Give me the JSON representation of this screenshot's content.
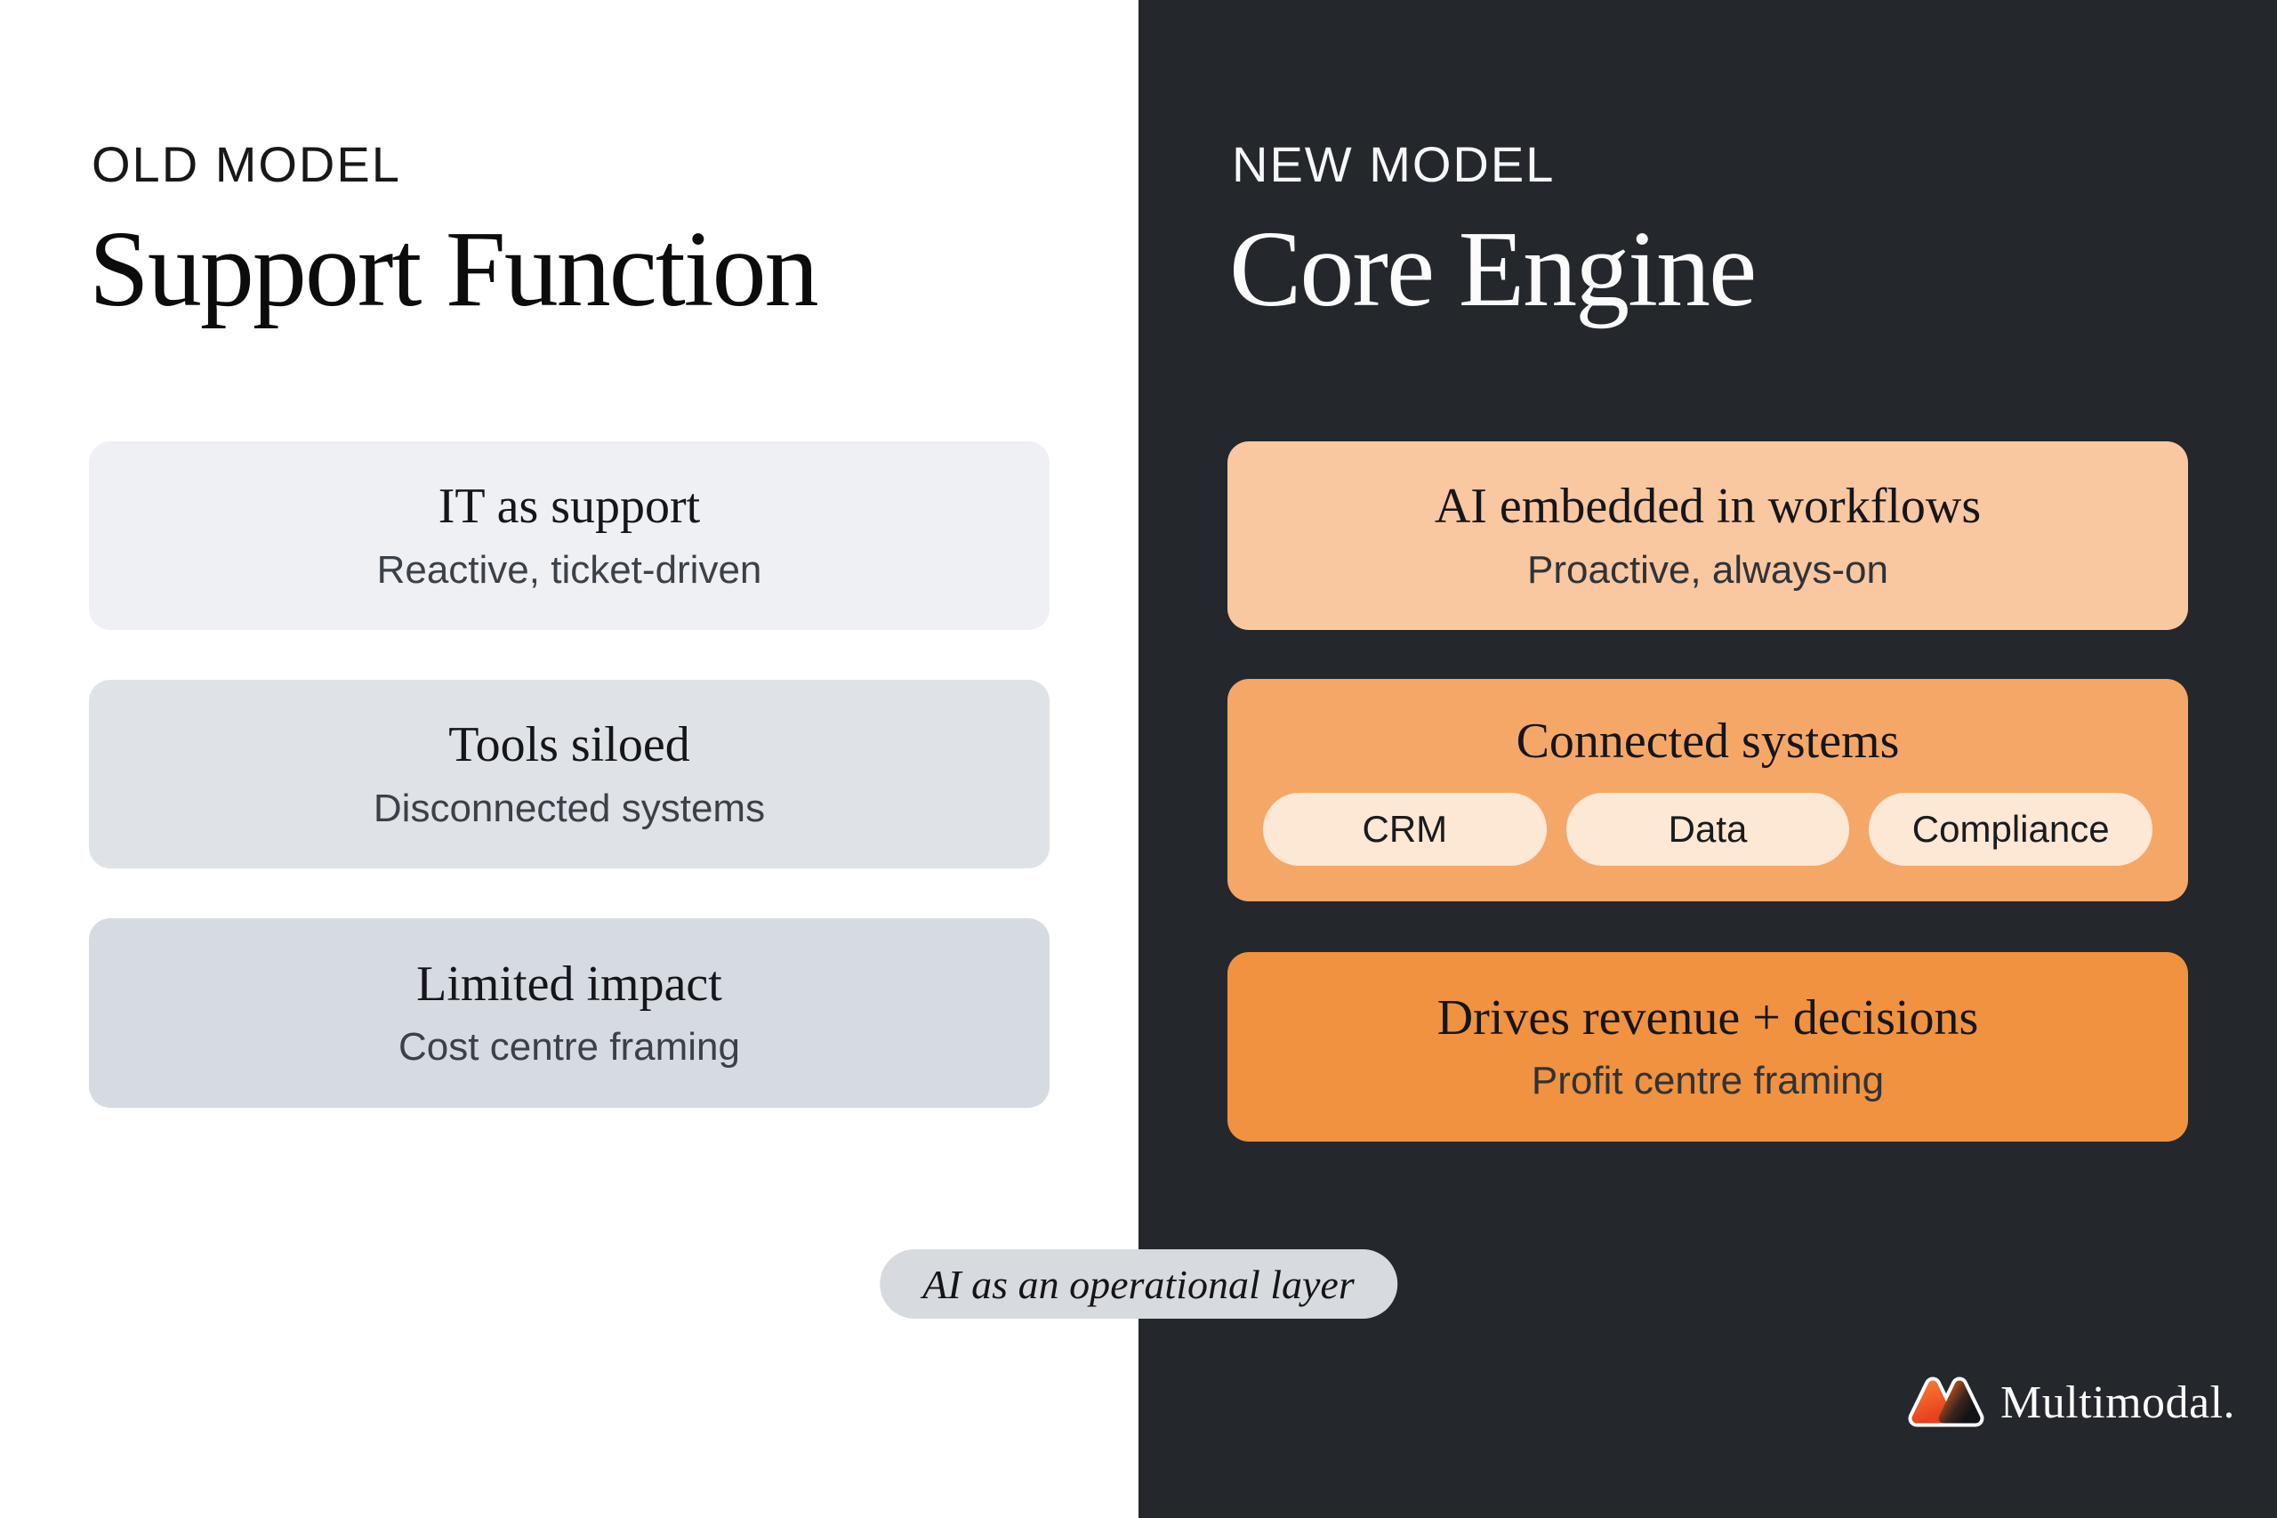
{
  "colors": {
    "dark_bg": "#24272c",
    "card_old_1": "#eef0f3",
    "card_old_2": "#dfe2e7",
    "card_old_3": "#d6dae1",
    "card_new_1": "#f9c7a0",
    "card_new_2": "#f5a767",
    "card_new_3": "#f0923f",
    "chip_bg": "#fde7d5",
    "pill_bg": "#d7dade",
    "accent_orange": "#f0923f",
    "logo_orange": "#f2622d",
    "logo_dark": "#131418"
  },
  "old": {
    "label": "OLD MODEL",
    "title": "Support Function",
    "cards": [
      {
        "title": "IT as support",
        "subtitle": "Reactive, ticket-driven"
      },
      {
        "title": "Tools siloed",
        "subtitle": "Disconnected systems"
      },
      {
        "title": "Limited impact",
        "subtitle": "Cost centre framing"
      }
    ]
  },
  "new": {
    "label": "NEW MODEL",
    "title": "Core Engine",
    "cards": [
      {
        "title": "AI embedded in workflows",
        "subtitle": "Proactive, always-on"
      },
      {
        "title": "Connected systems",
        "chips": [
          "CRM",
          "Data",
          "Compliance"
        ]
      },
      {
        "title": "Drives revenue + decisions",
        "subtitle": "Profit centre framing"
      }
    ]
  },
  "banner": {
    "text": "AI as an operational layer"
  },
  "brand": {
    "name": "Multimodal.",
    "icon": "multimodal-mountains-logo"
  }
}
